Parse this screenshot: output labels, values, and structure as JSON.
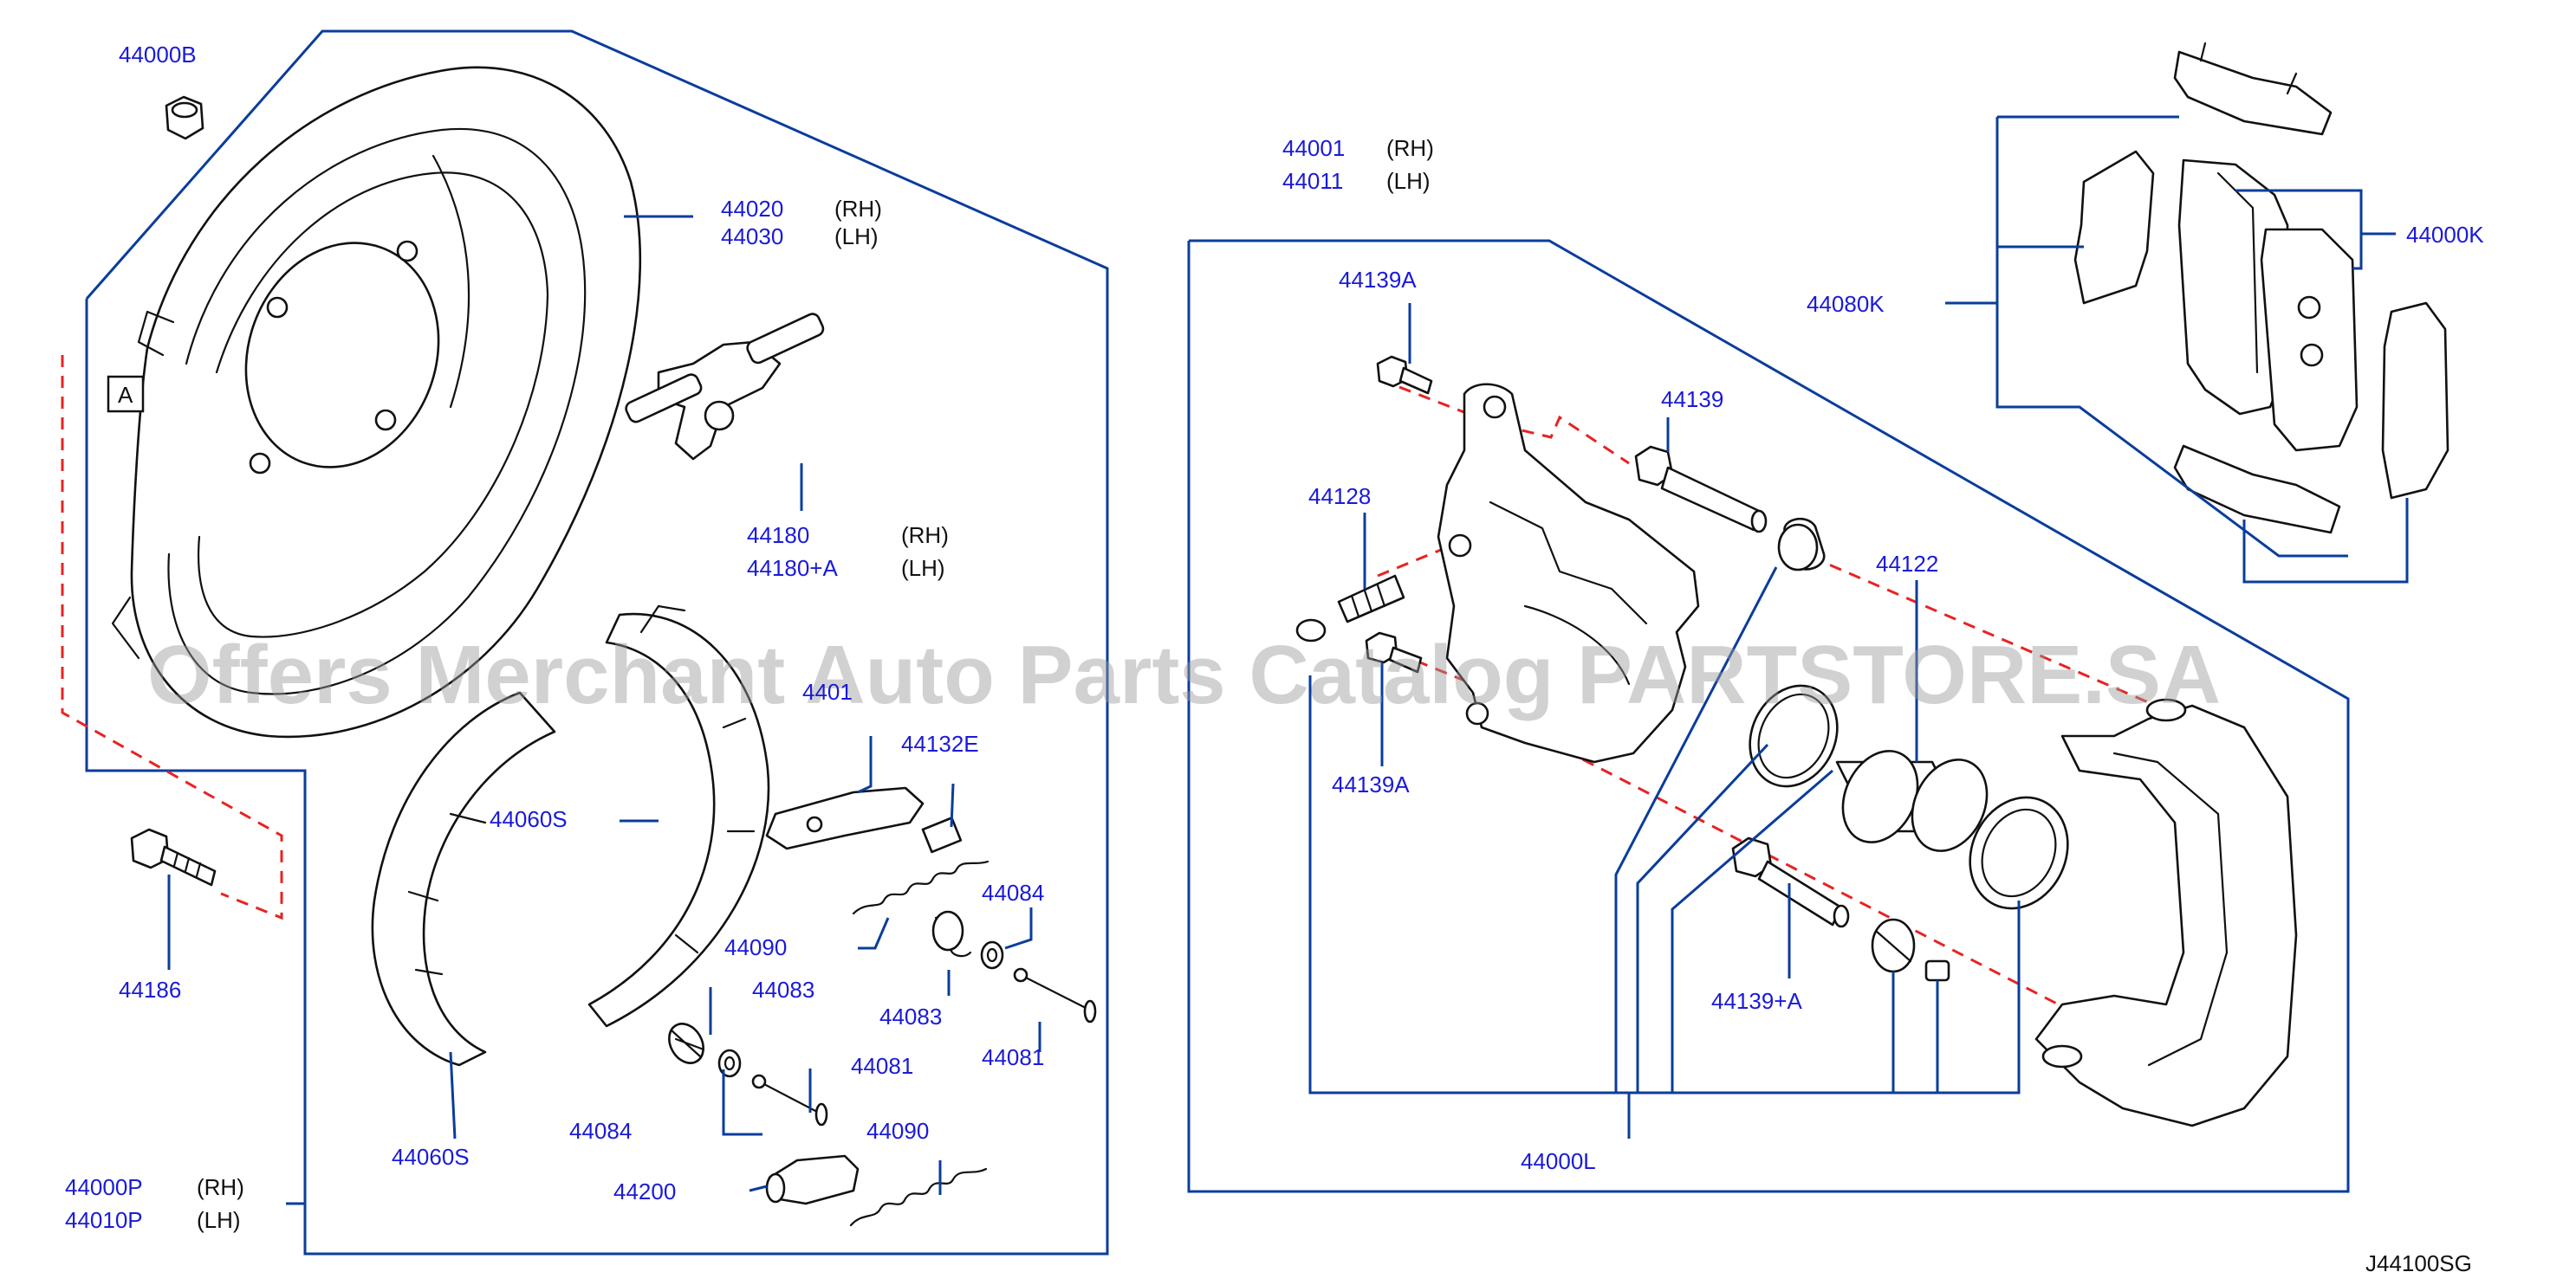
{
  "diagram": {
    "drawing_code": "J44100SG",
    "watermark": "Offers Merchant Auto Parts Catalog PARTSTORE.SA",
    "view_marker": "A",
    "labels": {
      "p44000B": "44000B",
      "p44020": "44020",
      "p44020_side": "(RH)",
      "p44030": "44030",
      "p44030_side": "(LH)",
      "p44180": "44180",
      "p44180_side": "(RH)",
      "p44180A": "44180+A",
      "p44180A_side": "(LH)",
      "p44186": "44186",
      "p44060S_upper": "44060S",
      "p44060S_lower": "44060S",
      "p4401_partial": "4401",
      "p44132E": "44132E",
      "p44090_upper": "44090",
      "p44090_lower": "44090",
      "p44084_right": "44084",
      "p44084_left": "44084",
      "p44083_upper": "44083",
      "p44083_lower": "44083",
      "p44081_right": "44081",
      "p44081_mid": "44081",
      "p44200": "44200",
      "p44000P": "44000P",
      "p44000P_side": "(RH)",
      "p44010P": "44010P",
      "p44010P_side": "(LH)",
      "p44001": "44001",
      "p44001_side": "(RH)",
      "p44011": "44011",
      "p44011_side": "(LH)",
      "p44139A_top": "44139A",
      "p44139": "44139",
      "p44128": "44128",
      "p44139A_low": "44139A",
      "p44122": "44122",
      "p44139PA": "44139+A",
      "p44000L": "44000L",
      "p44080K": "44080K",
      "p44000K": "44000K"
    }
  }
}
